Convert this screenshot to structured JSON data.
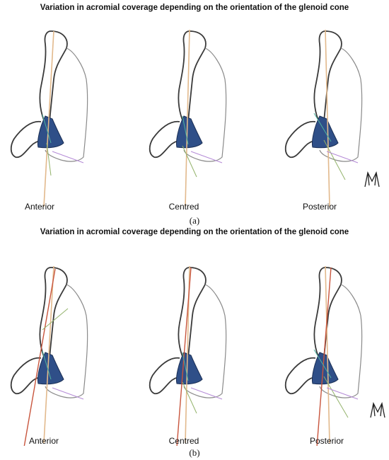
{
  "panels": [
    {
      "id": "a",
      "title": "Variation in acromial coverage depending on the orientation of the glenoid cone",
      "label": "(a)",
      "views": [
        {
          "caption": "Anterior"
        },
        {
          "caption": "Centred"
        },
        {
          "caption": "Posterior"
        }
      ]
    },
    {
      "id": "b",
      "title": "Variation in acromial coverage depending on the orientation of the glenoid cone",
      "label": "(b)",
      "views": [
        {
          "caption": "Anterior"
        },
        {
          "caption": "Centred"
        },
        {
          "caption": "Posterior"
        }
      ]
    }
  ],
  "colors": {
    "outline": "#3a3a3a",
    "outline_light": "#8a8a8a",
    "cone": "#2f4f88",
    "cone_edge": "#1b2f55",
    "axis_tan": "#e2b98c",
    "axis_red": "#c8553d",
    "line_green": "#93b36b",
    "line_teal": "#4fb3a0",
    "line_purple": "#b48ad6"
  }
}
